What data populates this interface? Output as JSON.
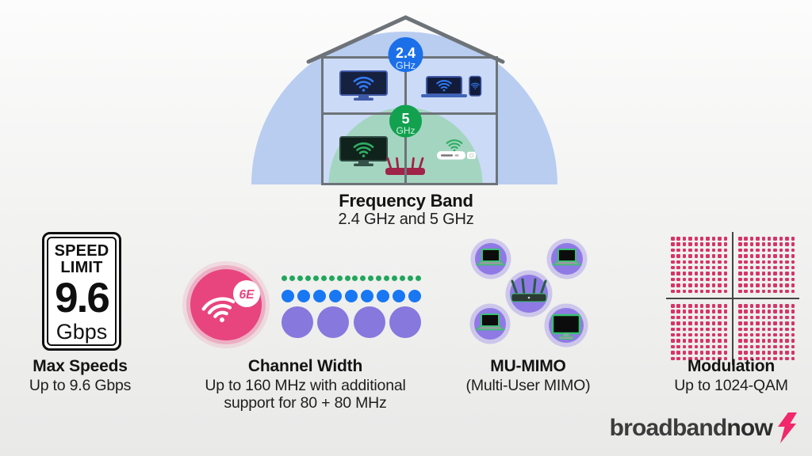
{
  "house": {
    "band_24": {
      "value": "2.4",
      "unit": "GHz",
      "color": "#1b70e9"
    },
    "band_5": {
      "value": "5",
      "unit": "GHz",
      "color": "#12a14f"
    },
    "caption_title": "Frequency Band",
    "caption_subtitle": "2.4 GHz and 5 GHz",
    "coverage_colors": {
      "band_24_area": "#b9cdf1",
      "band_5_area": "#a4d5c0"
    },
    "upper_floor_devices": [
      "tv",
      "laptop",
      "phone"
    ],
    "lower_floor_devices": [
      "tv",
      "router",
      "modem"
    ]
  },
  "sections": {
    "max_speeds": {
      "sign_top": "SPEED",
      "sign_mid": "LIMIT",
      "sign_value": "9.6",
      "sign_unit": "Gbps",
      "title": "Max Speeds",
      "subtitle": "Up to 9.6 Gbps"
    },
    "channel_width": {
      "wifi_badge": "6E",
      "icon_color": "#e8447e",
      "title": "Channel Width",
      "subtitle_line1": "Up to 160 MHz with additional",
      "subtitle_line2": "support for 80 + 80 MHz",
      "dot_rows": [
        {
          "count": 18,
          "size": 7,
          "color": "#21a65b"
        },
        {
          "count": 9,
          "size": 16,
          "color": "#1877f2"
        },
        {
          "count": 4,
          "size": 40,
          "color": "#8678dd"
        }
      ]
    },
    "mu_mimo": {
      "title": "MU-MIMO",
      "subtitle": "(Multi-User MIMO)",
      "hub": "router",
      "clients": [
        "laptop",
        "laptop",
        "laptop",
        "tv"
      ],
      "circle_color": "#8f7ae5"
    },
    "modulation": {
      "title": "Modulation",
      "subtitle": "Up to 1024-QAM",
      "grid": {
        "quadrants": 4,
        "rows_per_quadrant": 10,
        "cols_per_quadrant": 10,
        "dot_color": "#d63467"
      }
    }
  },
  "footer": {
    "brand_regular": "broadband",
    "brand_bold": "now",
    "bolt_color": "#f1286b"
  }
}
